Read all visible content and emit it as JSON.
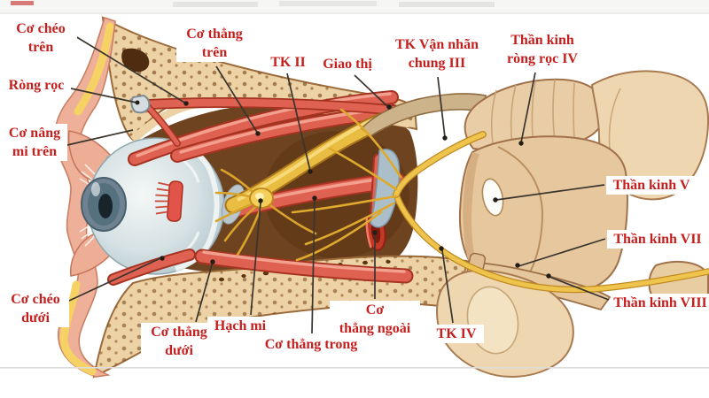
{
  "figure": {
    "type": "anatomical-diagram",
    "subject": "Sagittal view of the orbit: extraocular muscles and cranial nerves, Vietnamese labels",
    "palette": {
      "label_red": "#c5201e",
      "leader_line": "#3a342e",
      "muscle_red": "#df6151",
      "nerve_yellow": "#eabd3f",
      "bone_tan": "#ecd2a4",
      "brainstem_tan": "#e8cba1",
      "eyeball_grey": "#cfdde0",
      "cavity_brown": "#6e431f"
    }
  },
  "labels": [
    {
      "id": "co-cheo-tren",
      "lines": [
        "Cơ chéo",
        "trên"
      ]
    },
    {
      "id": "rong-roc",
      "lines": [
        "Ròng rọc"
      ]
    },
    {
      "id": "co-nang-mi-tren",
      "lines": [
        "Cơ nâng",
        "mi trên"
      ]
    },
    {
      "id": "co-cheo-duoi",
      "lines": [
        "Cơ chéo",
        "dưới"
      ]
    },
    {
      "id": "co-thang-tren",
      "lines": [
        "Cơ thẳng",
        "trên"
      ]
    },
    {
      "id": "tk-ii",
      "lines": [
        "TK II"
      ]
    },
    {
      "id": "giao-thi",
      "lines": [
        "Giao thị"
      ]
    },
    {
      "id": "tk-van-nhan-chung-iii",
      "lines": [
        "TK Vận nhãn",
        "chung III"
      ]
    },
    {
      "id": "than-kinh-rong-roc-iv",
      "lines": [
        "Thần kinh",
        "ròng rọc IV"
      ]
    },
    {
      "id": "than-kinh-v",
      "lines": [
        "Thần kinh V"
      ]
    },
    {
      "id": "than-kinh-vii",
      "lines": [
        "Thần kinh VII"
      ]
    },
    {
      "id": "than-kinh-viii",
      "lines": [
        "Thần kinh VIII"
      ]
    },
    {
      "id": "co-thang-duoi",
      "lines": [
        "Cơ thẳng",
        "dưới"
      ]
    },
    {
      "id": "hach-mi",
      "lines": [
        "Hạch mi"
      ]
    },
    {
      "id": "co-thang-trong",
      "lines": [
        "Cơ thẳng trong"
      ]
    },
    {
      "id": "co-thang-ngoai",
      "lines": [
        "Cơ",
        "thẳng ngoài"
      ]
    },
    {
      "id": "tk-iv",
      "lines": [
        "TK IV"
      ]
    }
  ]
}
